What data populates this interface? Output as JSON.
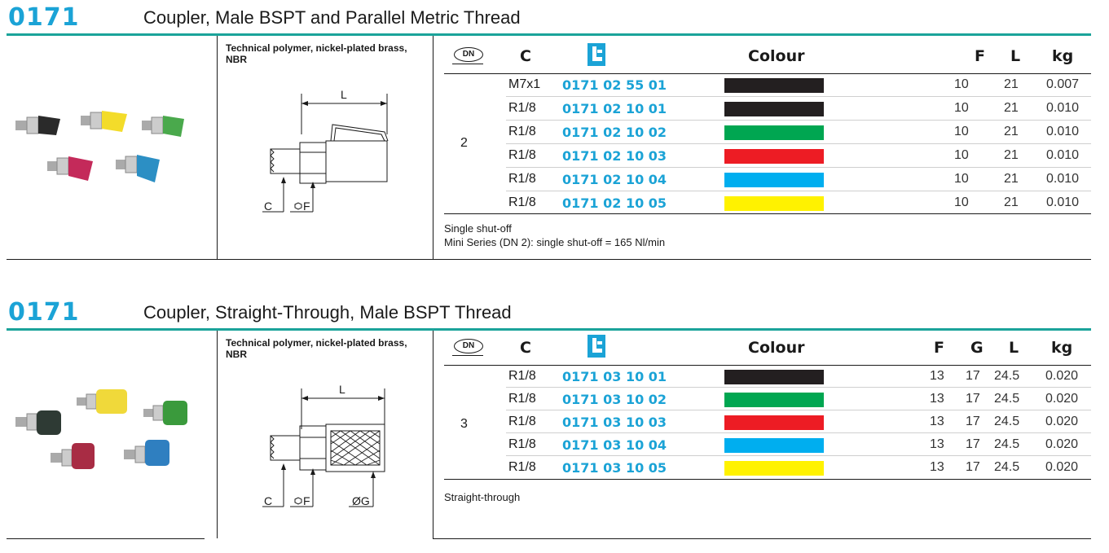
{
  "sections": [
    {
      "code": "0171",
      "title": "Coupler, Male BSPT and Parallel Metric Thread",
      "material": "Technical polymer, nickel-plated brass, NBR",
      "headers": {
        "c": "C",
        "colour": "Colour",
        "f": "F",
        "g": "",
        "l": "L",
        "kg": "kg"
      },
      "dn": "2",
      "drawing_labels": {
        "l": "L",
        "c": "C",
        "f": "F",
        "g": ""
      },
      "rows": [
        {
          "c": "M7x1",
          "article": "0171 02 55 01",
          "colour": "#231f20",
          "f": "10",
          "l": "21",
          "kg": "0.007"
        },
        {
          "c": "R1/8",
          "article": "0171 02 10 01",
          "colour": "#231f20",
          "f": "10",
          "l": "21",
          "kg": "0.010"
        },
        {
          "c": "R1/8",
          "article": "0171 02 10 02",
          "colour": "#00a651",
          "f": "10",
          "l": "21",
          "kg": "0.010"
        },
        {
          "c": "R1/8",
          "article": "0171 02 10 03",
          "colour": "#ed1c24",
          "f": "10",
          "l": "21",
          "kg": "0.010"
        },
        {
          "c": "R1/8",
          "article": "0171 02 10 04",
          "colour": "#00aeef",
          "f": "10",
          "l": "21",
          "kg": "0.010"
        },
        {
          "c": "R1/8",
          "article": "0171 02 10 05",
          "colour": "#fff200",
          "f": "10",
          "l": "21",
          "kg": "0.010"
        }
      ],
      "notes": [
        "Single shut-off",
        "Mini Series (DN 2): single shut-off = 165 Nl/min"
      ]
    },
    {
      "code": "0171",
      "title": "Coupler, Straight-Through, Male BSPT Thread",
      "material": "Technical polymer, nickel-plated brass, NBR",
      "headers": {
        "c": "C",
        "colour": "Colour",
        "f": "F",
        "g": "G",
        "l": "L",
        "kg": "kg"
      },
      "dn": "3",
      "drawing_labels": {
        "l": "L",
        "c": "C",
        "f": "F",
        "g": "ØG"
      },
      "rows": [
        {
          "c": "R1/8",
          "article": "0171 03 10 01",
          "colour": "#231f20",
          "f": "13",
          "g": "17",
          "l": "24.5",
          "kg": "0.020"
        },
        {
          "c": "R1/8",
          "article": "0171 03 10 02",
          "colour": "#00a651",
          "f": "13",
          "g": "17",
          "l": "24.5",
          "kg": "0.020"
        },
        {
          "c": "R1/8",
          "article": "0171 03 10 03",
          "colour": "#ed1c24",
          "f": "13",
          "g": "17",
          "l": "24.5",
          "kg": "0.020"
        },
        {
          "c": "R1/8",
          "article": "0171 03 10 04",
          "colour": "#00aeef",
          "f": "13",
          "g": "17",
          "l": "24.5",
          "kg": "0.020"
        },
        {
          "c": "R1/8",
          "article": "0171 03 10 05",
          "colour": "#fff200",
          "f": "13",
          "g": "17",
          "l": "24.5",
          "kg": "0.020"
        }
      ],
      "notes": [
        "Straight-through"
      ]
    }
  ],
  "dn_badge": "DN",
  "colors": {
    "brand": "#1ba3d6",
    "rule": "#1ba39a"
  }
}
